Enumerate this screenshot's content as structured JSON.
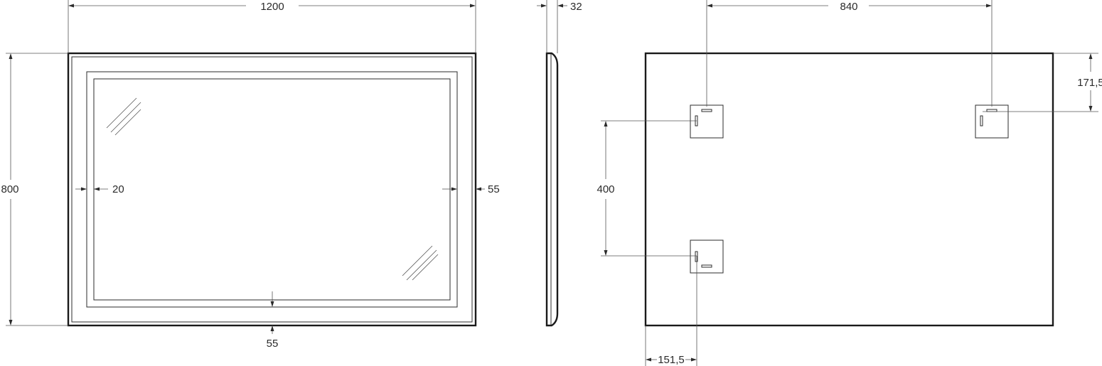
{
  "front_view": {
    "width_label": "1200",
    "height_label": "800",
    "inner_left_offset_label": "20",
    "inner_right_offset_label": "55",
    "inner_bottom_offset_label": "55"
  },
  "side_view": {
    "depth_label": "32"
  },
  "rear_view": {
    "bracket_spacing_label": "840",
    "vertical_spacing_label": "400",
    "top_offset_label": "171,5",
    "left_offset_label": "151,5"
  }
}
